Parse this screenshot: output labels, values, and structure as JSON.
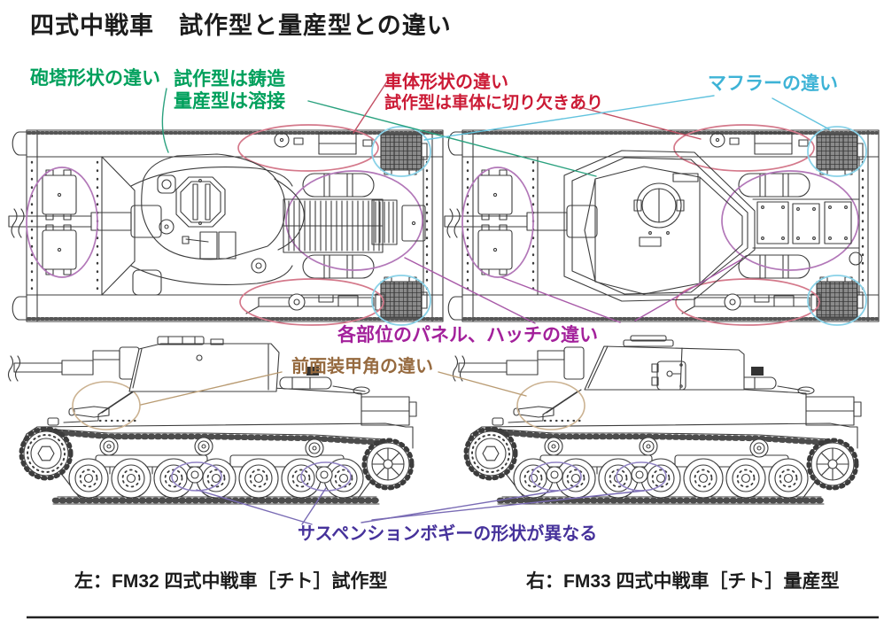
{
  "title": "四式中戦車　試作型と量産型との違い",
  "annotations": {
    "turret_shape": {
      "text": "砲塔形状の違い",
      "color": "#00a05c"
    },
    "turret_method": {
      "line1": "試作型は鋳造",
      "line2": "量産型は溶接",
      "color": "#00a05c"
    },
    "hull_shape": {
      "line1": "車体形状の違い",
      "line2": "試作型は車体に切り欠きあり",
      "color": "#cb1a35"
    },
    "muffler": {
      "text": "マフラーの違い",
      "color": "#3eb3d6"
    },
    "panels_hatches": {
      "text": "各部位のパネル、ハッチの違い",
      "color": "#a3219b"
    },
    "front_armor": {
      "text": "前面装甲角の違い",
      "color": "#966a3f"
    },
    "suspension": {
      "text": "サスペンションボギーの形状が異なる",
      "color": "#46329b"
    }
  },
  "captions": {
    "left": "左：FM32 四式中戦車［チト］試作型",
    "right": "右：FM33 四式中戦車［チト］量産型"
  },
  "palette": {
    "line_art": "#3c3c3c",
    "ellipse_red": "#d4798b",
    "ellipse_cyan": "#8ad2e8",
    "ellipse_purple": "#b277b8",
    "ellipse_tan": "#cbb291",
    "ellipse_indigo": "#9183c5",
    "leader_green": "#2aa17e",
    "leader_red": "#c35064",
    "leader_cyan": "#62c3de",
    "leader_magenta": "#a85aa8",
    "leader_tan": "#b99b72",
    "leader_indigo": "#7a6cb5"
  }
}
